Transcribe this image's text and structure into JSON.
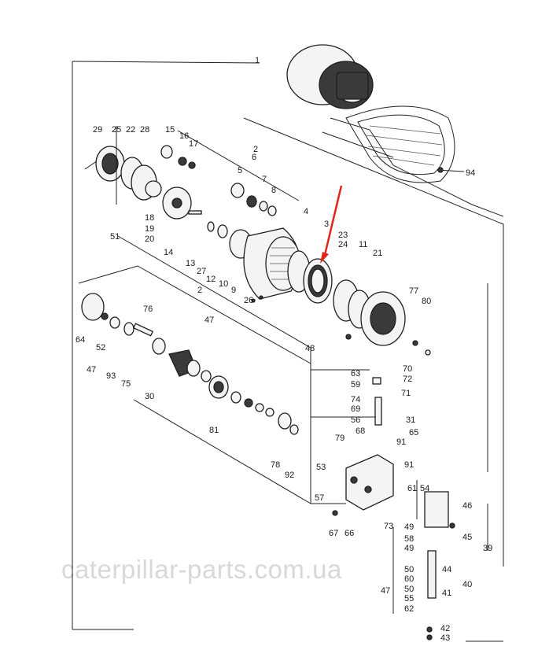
{
  "watermark": "caterpillar-parts.com.ua",
  "accent_color": "#e0261b",
  "labels": [
    {
      "id": "1",
      "text": "1"
    },
    {
      "id": "29",
      "text": "29"
    },
    {
      "id": "25",
      "text": "25"
    },
    {
      "id": "22",
      "text": "22"
    },
    {
      "id": "28",
      "text": "28"
    },
    {
      "id": "15",
      "text": "15"
    },
    {
      "id": "16",
      "text": "16"
    },
    {
      "id": "17",
      "text": "17"
    },
    {
      "id": "2a",
      "text": "2"
    },
    {
      "id": "6",
      "text": "6"
    },
    {
      "id": "5",
      "text": "5"
    },
    {
      "id": "7",
      "text": "7"
    },
    {
      "id": "8",
      "text": "8"
    },
    {
      "id": "94",
      "text": "94"
    },
    {
      "id": "18",
      "text": "18"
    },
    {
      "id": "19",
      "text": "19"
    },
    {
      "id": "20",
      "text": "20"
    },
    {
      "id": "51",
      "text": "51"
    },
    {
      "id": "14",
      "text": "14"
    },
    {
      "id": "13",
      "text": "13"
    },
    {
      "id": "27",
      "text": "27"
    },
    {
      "id": "12",
      "text": "12"
    },
    {
      "id": "10",
      "text": "10"
    },
    {
      "id": "9",
      "text": "9"
    },
    {
      "id": "26",
      "text": "26"
    },
    {
      "id": "2b",
      "text": "2"
    },
    {
      "id": "4",
      "text": "4"
    },
    {
      "id": "3",
      "text": "3"
    },
    {
      "id": "23",
      "text": "23"
    },
    {
      "id": "24",
      "text": "24"
    },
    {
      "id": "11",
      "text": "11"
    },
    {
      "id": "21",
      "text": "21"
    },
    {
      "id": "47a",
      "text": "47"
    },
    {
      "id": "76",
      "text": "76"
    },
    {
      "id": "64",
      "text": "64"
    },
    {
      "id": "52",
      "text": "52"
    },
    {
      "id": "47b",
      "text": "47"
    },
    {
      "id": "93",
      "text": "93"
    },
    {
      "id": "75",
      "text": "75"
    },
    {
      "id": "30",
      "text": "30"
    },
    {
      "id": "77",
      "text": "77"
    },
    {
      "id": "80",
      "text": "80"
    },
    {
      "id": "48",
      "text": "48"
    },
    {
      "id": "81",
      "text": "81"
    },
    {
      "id": "78",
      "text": "78"
    },
    {
      "id": "92",
      "text": "92"
    },
    {
      "id": "63",
      "text": "63"
    },
    {
      "id": "70",
      "text": "70"
    },
    {
      "id": "59",
      "text": "59"
    },
    {
      "id": "72",
      "text": "72"
    },
    {
      "id": "71",
      "text": "71"
    },
    {
      "id": "74",
      "text": "74"
    },
    {
      "id": "69",
      "text": "69"
    },
    {
      "id": "56",
      "text": "56"
    },
    {
      "id": "31",
      "text": "31"
    },
    {
      "id": "68",
      "text": "68"
    },
    {
      "id": "79",
      "text": "79"
    },
    {
      "id": "65",
      "text": "65"
    },
    {
      "id": "91a",
      "text": "91"
    },
    {
      "id": "91b",
      "text": "91"
    },
    {
      "id": "53",
      "text": "53"
    },
    {
      "id": "61",
      "text": "61"
    },
    {
      "id": "54",
      "text": "54"
    },
    {
      "id": "46",
      "text": "46"
    },
    {
      "id": "57",
      "text": "57"
    },
    {
      "id": "67",
      "text": "67"
    },
    {
      "id": "66",
      "text": "66"
    },
    {
      "id": "73",
      "text": "73"
    },
    {
      "id": "49a",
      "text": "49"
    },
    {
      "id": "58",
      "text": "58"
    },
    {
      "id": "45",
      "text": "45"
    },
    {
      "id": "39",
      "text": "39"
    },
    {
      "id": "49b",
      "text": "49"
    },
    {
      "id": "50a",
      "text": "50"
    },
    {
      "id": "44",
      "text": "44"
    },
    {
      "id": "60",
      "text": "60"
    },
    {
      "id": "40",
      "text": "40"
    },
    {
      "id": "47c",
      "text": "47"
    },
    {
      "id": "50b",
      "text": "50"
    },
    {
      "id": "41",
      "text": "41"
    },
    {
      "id": "55",
      "text": "55"
    },
    {
      "id": "62",
      "text": "62"
    },
    {
      "id": "42",
      "text": "42"
    },
    {
      "id": "43",
      "text": "43"
    }
  ]
}
